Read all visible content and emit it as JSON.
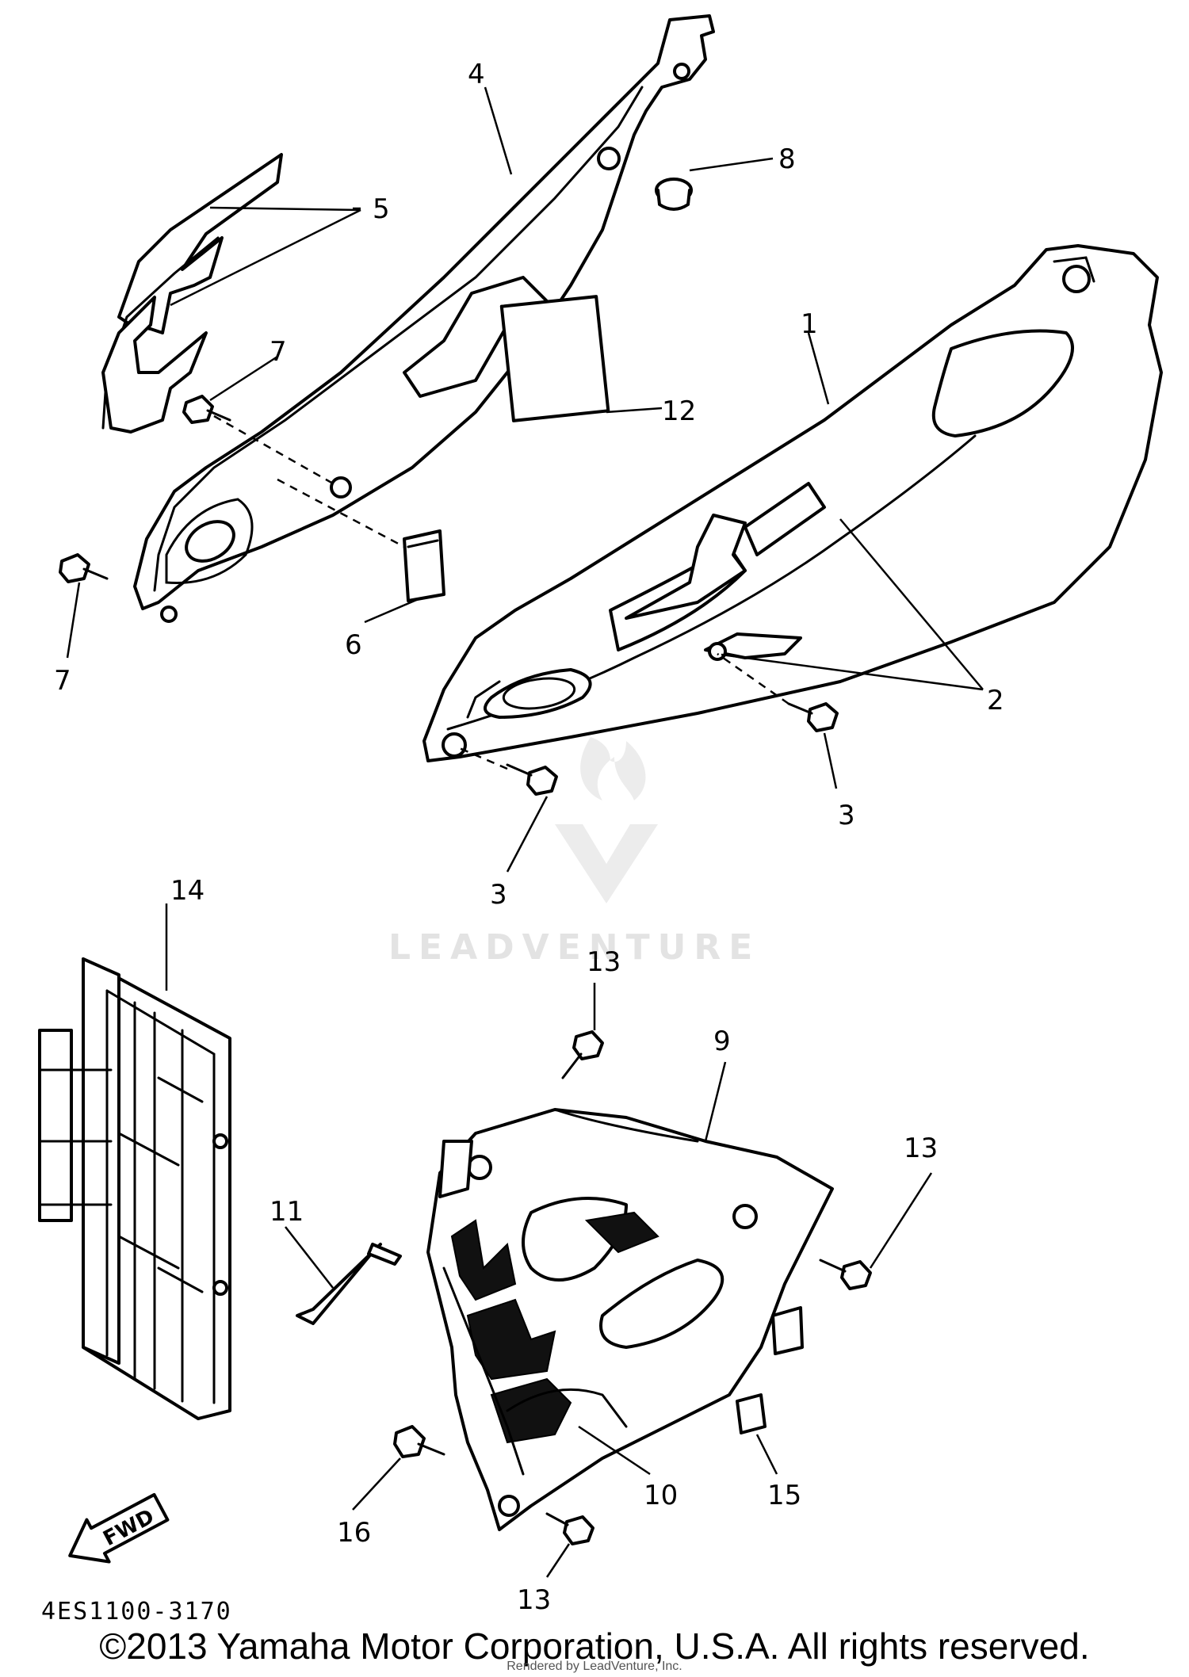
{
  "diagram": {
    "diagram_code": "4ES1100-3170",
    "copyright": "©2013 Yamaha Motor Corporation, U.S.A. All rights reserved.",
    "render_credit": "Rendered by LeadVenture, Inc.",
    "watermark_text": "LEADVENTURE",
    "fwd_label": "FWD",
    "callouts": {
      "c1": "1",
      "c2": "2",
      "c3a": "3",
      "c3b": "3",
      "c4": "4",
      "c5": "5",
      "c6": "6",
      "c7a": "7",
      "c7b": "7",
      "c8": "8",
      "c9": "9",
      "c10": "10",
      "c11": "11",
      "c12": "12",
      "c13a": "13",
      "c13b": "13",
      "c13c": "13",
      "c14": "14",
      "c15": "15",
      "c16": "16"
    }
  }
}
